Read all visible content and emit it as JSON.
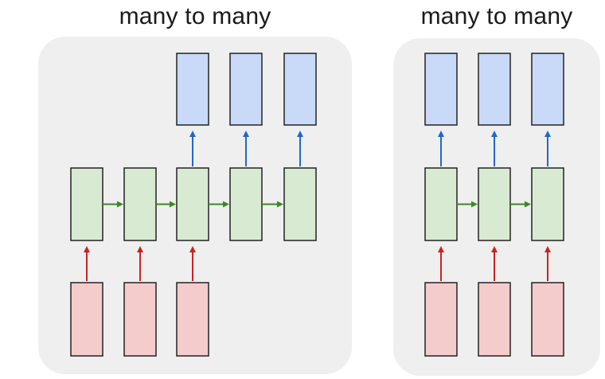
{
  "diagrams": [
    {
      "title": "many to many",
      "input_count": 3,
      "hidden_count": 5,
      "output_count": 3,
      "colors": {
        "input": "#f4cccc",
        "hidden": "#d9ead3",
        "output": "#c9daf8"
      }
    },
    {
      "title": "many to many",
      "input_count": 3,
      "hidden_count": 3,
      "output_count": 3,
      "colors": {
        "input": "#f4cccc",
        "hidden": "#d9ead3",
        "output": "#c9daf8"
      }
    }
  ],
  "arrow_colors": {
    "input_to_hidden": "#cc2222",
    "hidden_to_hidden": "#3a8a22",
    "hidden_to_output": "#2266cc"
  },
  "panel_color": "#efefef",
  "border_color": "#222222"
}
